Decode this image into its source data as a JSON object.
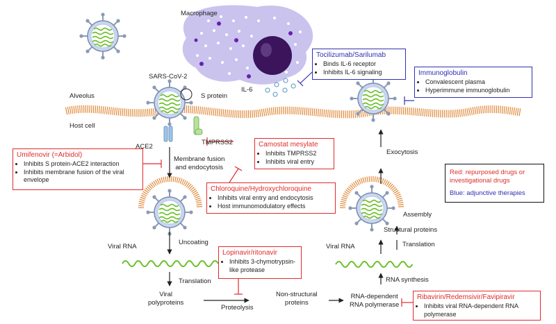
{
  "labels": {
    "macrophage": "Macrophage",
    "sars": "SARS-CoV-2",
    "s_protein": "S protein",
    "alveolus": "Alveolus",
    "host_cell": "Host cell",
    "ace2": "ACE2",
    "tmprss2": "TMPRSS2",
    "il6": "IL-6",
    "membrane_fusion": "Membrane fusion\nand endocytosis",
    "viral_rna_left": "Viral RNA",
    "uncoating": "Uncoating",
    "translation_left": "Translation",
    "viral_polyproteins": "Viral\npolyproteins",
    "proteolysis": "Proteolysis",
    "nonstructural": "Non-structural\nproteins",
    "rdrp": "RNA-dependent\nRNA polymerase",
    "rna_synthesis": "RNA synthesis",
    "viral_rna_right": "Viral RNA",
    "translation_right": "Translation",
    "structural_proteins": "Structural proteins",
    "assembly": "Assembly",
    "exocytosis": "Exocytosis"
  },
  "drug_boxes": {
    "tocilizumab": {
      "title": "Tocilizumab/Sarilumab",
      "items": [
        "Binds IL-6 receptor",
        "Inhibits IL-6 signaling"
      ]
    },
    "immunoglobulin": {
      "title": "Immunoglobulin",
      "items": [
        "Convalescent plasma",
        "Hyperimmune immunoglobulin"
      ]
    },
    "camostat": {
      "title": "Camostat mesylate",
      "items": [
        "Inhibits TMPRSS2",
        "Inhibits viral entry"
      ]
    },
    "umifenovir": {
      "title": "Umifenovir (=Arbidol)",
      "items": [
        "Inhibits S protein-ACE2 interaction",
        "Inhibits membrane fusion of the viral envelope"
      ]
    },
    "chloroquine": {
      "title": "Chloroquine/Hydroxychloroquine",
      "items": [
        "Inhibits viral entry and endocytosis",
        "Host immunomodulatory effects"
      ]
    },
    "lopinavir": {
      "title": "Lopinavir/ritonavir",
      "items": [
        "Inhibits 3-chymotrypsin-like protease"
      ]
    },
    "ribavirin": {
      "title": "Ribavirin/Redemsivir/Favipiravir",
      "items": [
        "Inhibits viral RNA-dependent RNA polymerase"
      ]
    }
  },
  "legend": {
    "red": "Red: repurposed drugs or investigational drugs",
    "blue": "Blue: adjunctive therapies"
  },
  "colors": {
    "red": "#e02b2b",
    "blue": "#2f2fb4",
    "membrane": "#e08a3c",
    "virus_rna": "#6cbf2a",
    "virus_shell": "#c9d6f2",
    "spike": "#8a9ab5",
    "macrophage": "#c9c3ee",
    "nucleus": "#3b145c"
  }
}
